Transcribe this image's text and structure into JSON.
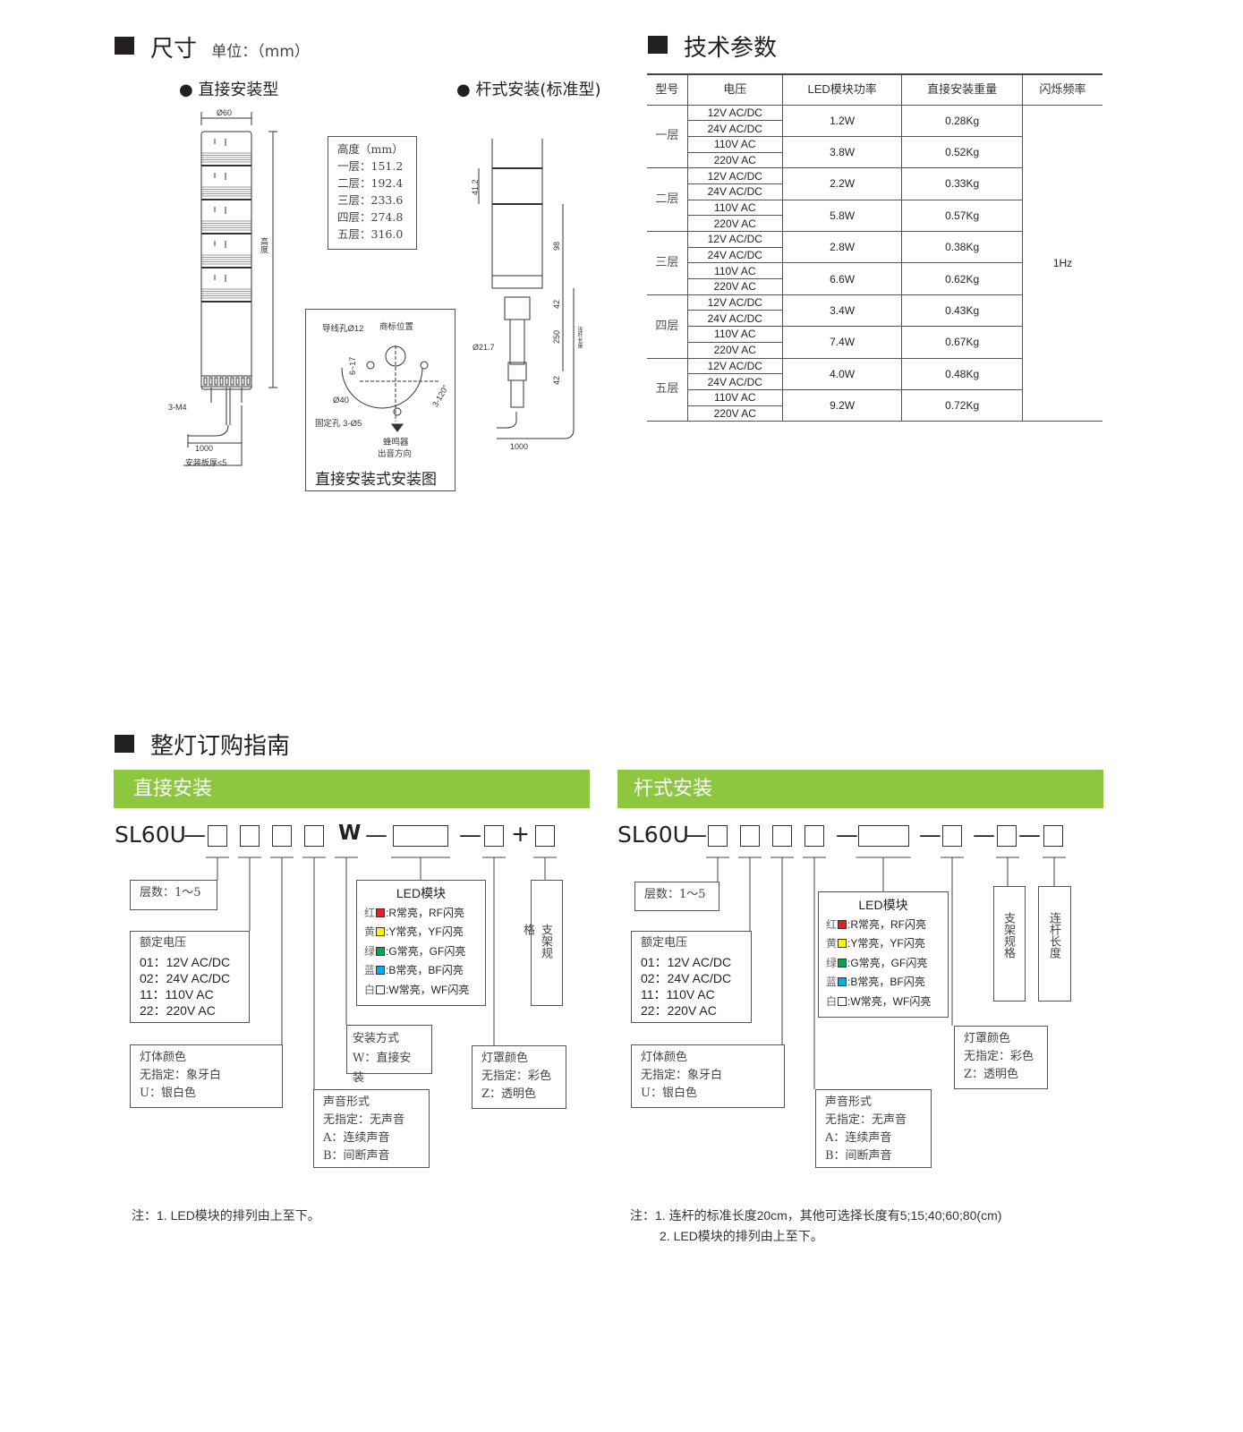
{
  "dimensions": {
    "title": "尺寸",
    "unit": "单位：（mm）",
    "direct_label": "直接安装型",
    "pole_label": "杆式安装(标准型)",
    "direct_dims": {
      "diameter": "Ø60",
      "height": "高度",
      "screw": "3-M4",
      "cable": "1000",
      "plate": "安装板厚<5"
    },
    "height_table": {
      "title": "高度（mm）",
      "rows": [
        "一层：151.2",
        "二层：192.4",
        "三层：233.6",
        "四层：274.8",
        "五层：316.0"
      ]
    },
    "install": {
      "wire_hole": "导线孔Ø12",
      "logo": "商标位置",
      "range": "6~17",
      "dia": "Ø40",
      "fix": "固定孔 3-Ø5",
      "angle": "3-120°",
      "buzzer1": "蜂鸣器",
      "buzzer2": "出音方向",
      "caption": "直接安装式安装图"
    },
    "pole_dims": {
      "tier": "41.2",
      "body": "98",
      "d1": "42",
      "pole": "250",
      "d2": "42",
      "pole_dia": "Ø21.7",
      "pole_len": "连杆长度",
      "cable": "1000"
    }
  },
  "specs": {
    "title": "技术参数",
    "headers": [
      "型号",
      "电压",
      "LED模块功率",
      "直接安装重量",
      "闪烁频率"
    ],
    "frequency": "1Hz",
    "groups": [
      {
        "model": "一层",
        "rows": [
          {
            "v": [
              "12V AC/DC",
              "24V AC/DC"
            ],
            "p": "1.2W",
            "w": "0.28Kg"
          },
          {
            "v": [
              "110V AC",
              "220V AC"
            ],
            "p": "3.8W",
            "w": "0.52Kg"
          }
        ]
      },
      {
        "model": "二层",
        "rows": [
          {
            "v": [
              "12V AC/DC",
              "24V AC/DC"
            ],
            "p": "2.2W",
            "w": "0.33Kg"
          },
          {
            "v": [
              "110V AC",
              "220V AC"
            ],
            "p": "5.8W",
            "w": "0.57Kg"
          }
        ]
      },
      {
        "model": "三层",
        "rows": [
          {
            "v": [
              "12V AC/DC",
              "24V AC/DC"
            ],
            "p": "2.8W",
            "w": "0.38Kg"
          },
          {
            "v": [
              "110V AC",
              "220V AC"
            ],
            "p": "6.6W",
            "w": "0.62Kg"
          }
        ]
      },
      {
        "model": "四层",
        "rows": [
          {
            "v": [
              "12V AC/DC",
              "24V AC/DC"
            ],
            "p": "3.4W",
            "w": "0.43Kg"
          },
          {
            "v": [
              "110V AC",
              "220V AC"
            ],
            "p": "7.4W",
            "w": "0.67Kg"
          }
        ]
      },
      {
        "model": "五层",
        "rows": [
          {
            "v": [
              "12V AC/DC",
              "24V AC/DC"
            ],
            "p": "4.0W",
            "w": "0.48Kg"
          },
          {
            "v": [
              "110V AC",
              "220V AC"
            ],
            "p": "9.2W",
            "w": "0.72Kg"
          }
        ]
      }
    ]
  },
  "order": {
    "title": "整灯订购指南",
    "colors": {
      "green": "#8dc63f",
      "red": "#ed1c24",
      "yellow": "#fff200",
      "lime": "#00a651",
      "blue": "#00aeef"
    },
    "direct": {
      "bar": "直接安装",
      "prefix": "SL60U",
      "dash": "—",
      "w": "W",
      "plus": "+",
      "tiers": "层数：1～5",
      "voltage": {
        "title": "额定电压",
        "items": [
          "01：12V AC/DC",
          "02：24V AC/DC",
          "11：110V AC",
          "22：220V AC"
        ]
      },
      "body": {
        "title": "灯体颜色",
        "items": [
          "无指定：象牙白",
          "U：银白色"
        ]
      },
      "sound": {
        "title": "声音形式",
        "items": [
          "无指定：无声音",
          "A：连续声音",
          "B：间断声音"
        ]
      },
      "mount": {
        "title": "安装方式",
        "items": [
          "W：直接安装"
        ]
      },
      "led": {
        "title": "LED模块",
        "items": [
          {
            "c": "红",
            "t": ":R常亮，RF闪亮"
          },
          {
            "c": "黄",
            "t": ":Y常亮，YF闪亮"
          },
          {
            "c": "绿",
            "t": ":G常亮，GF闪亮"
          },
          {
            "c": "蓝",
            "t": ":B常亮，BF闪亮"
          },
          {
            "c": "白",
            "t": ":W常亮，WF闪亮"
          }
        ]
      },
      "cover": {
        "title": "灯罩颜色",
        "items": [
          "无指定：彩色",
          "Z：透明色"
        ]
      },
      "bracket": "支架规格",
      "note": "注：1. LED模块的排列由上至下。"
    },
    "pole": {
      "bar": "杆式安装",
      "prefix": "SL60U",
      "dash": "—",
      "tiers": "层数：1～5",
      "voltage": {
        "title": "额定电压",
        "items": [
          "01：12V AC/DC",
          "02：24V AC/DC",
          "11：110V AC",
          "22：220V AC"
        ]
      },
      "body": {
        "title": "灯体颜色",
        "items": [
          "无指定：象牙白",
          "U：银白色"
        ]
      },
      "sound": {
        "title": "声音形式",
        "items": [
          "无指定：无声音",
          "A：连续声音",
          "B：间断声音"
        ]
      },
      "led": {
        "title": "LED模块",
        "items": [
          {
            "c": "红",
            "t": ":R常亮，RF闪亮"
          },
          {
            "c": "黄",
            "t": ":Y常亮，YF闪亮"
          },
          {
            "c": "绿",
            "t": ":G常亮，GF闪亮"
          },
          {
            "c": "蓝",
            "t": ":B常亮，BF闪亮"
          },
          {
            "c": "白",
            "t": ":W常亮，WF闪亮"
          }
        ]
      },
      "cover": {
        "title": "灯罩颜色",
        "items": [
          "无指定：彩色",
          "Z：透明色"
        ]
      },
      "bracket": "支架规格",
      "pole_length": "连杆长度",
      "notes": [
        "注：1. 连杆的标准长度20cm，其他可选择长度有5;15;40;60;80(cm)",
        "2. LED模块的排列由上至下。"
      ]
    }
  }
}
